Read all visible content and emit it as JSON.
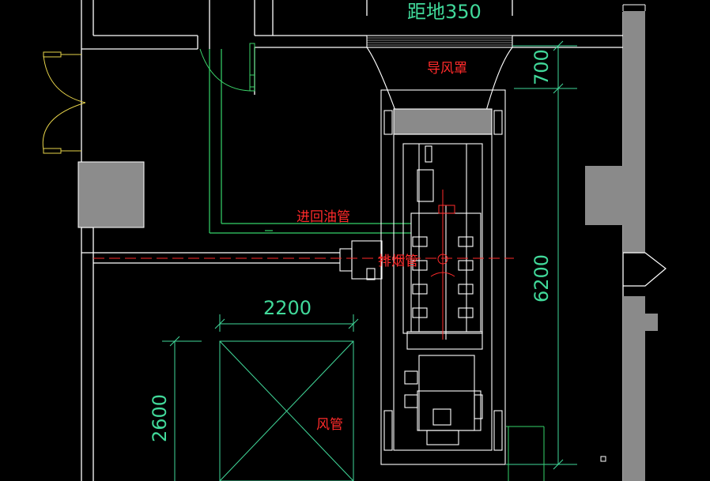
{
  "labels": {
    "top_dim": "距地350",
    "air_hood": "导风罩",
    "return_oil": "进回油管",
    "exhaust": "排烟管",
    "air_duct": "风管"
  },
  "dimensions": {
    "hood_height": "700",
    "unit_length": "6200",
    "duct_width": "2200",
    "duct_height": "2600"
  },
  "colors": {
    "wall": "#ffffff",
    "green_line": "#35d46a",
    "dim_line": "#41d99a",
    "red": "#ff2a2a",
    "gray_block": "#8c8c8c",
    "door": "#e6d34a"
  }
}
